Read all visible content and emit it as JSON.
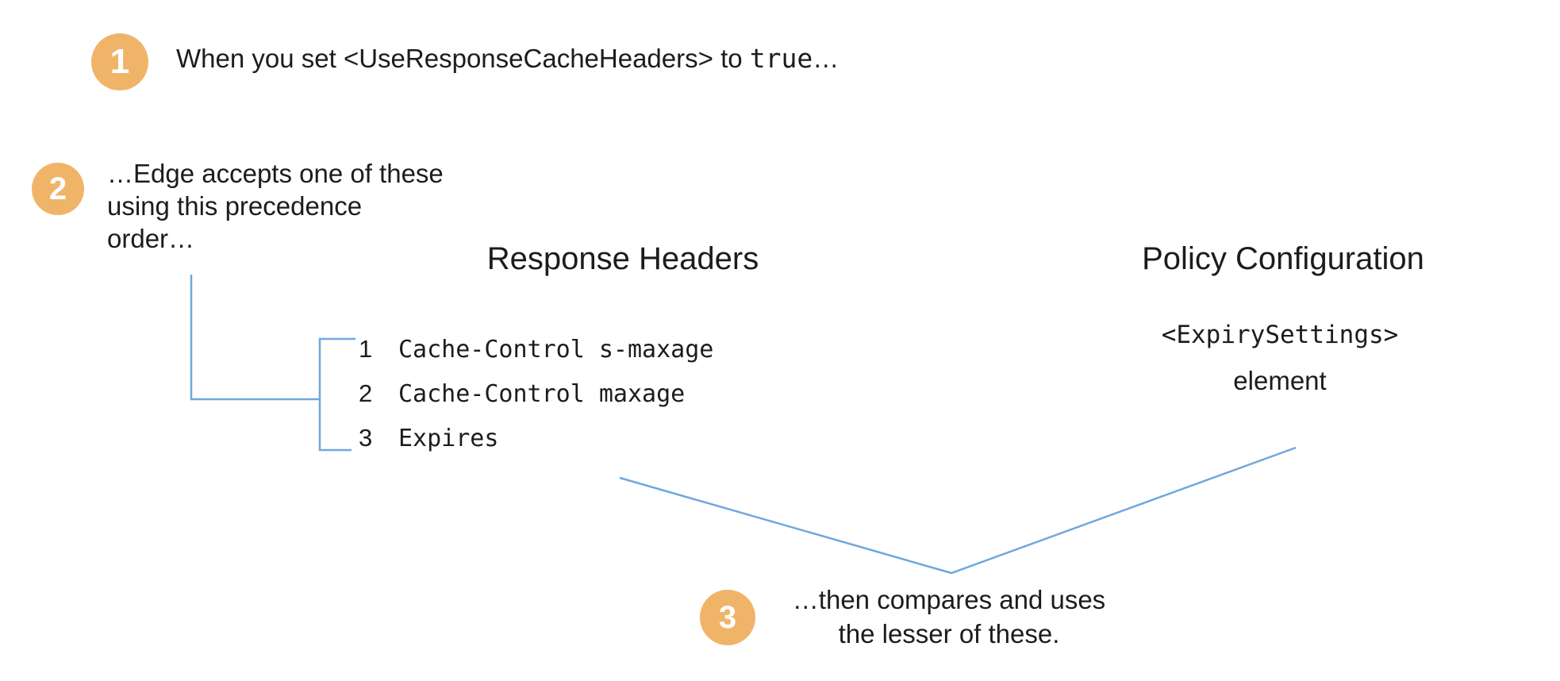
{
  "colors": {
    "accent_orange": "#F0B469",
    "connector_blue": "#6FA8DC",
    "text_ink": "#1C1C1C"
  },
  "diagram": {
    "steps": {
      "step1": {
        "badge": "1",
        "text_prefix": "When you set ",
        "element_name": "<UseResponseCacheHeaders>",
        "text_mid": " to ",
        "code_value": "true",
        "text_suffix": "…"
      },
      "step2": {
        "badge": "2",
        "lines": {
          "0": "…Edge accepts one of these",
          "1": "using this precedence",
          "2": "order…"
        }
      },
      "step3": {
        "badge": "3",
        "lines": {
          "0": "…then compares and uses",
          "1": "the lesser of these."
        }
      }
    },
    "columns": {
      "response_headers": {
        "title": "Response Headers",
        "items": {
          "0": {
            "num": "1",
            "label": "Cache-Control s-maxage"
          },
          "1": {
            "num": "2",
            "label": "Cache-Control maxage"
          },
          "2": {
            "num": "3",
            "label": "Expires"
          }
        }
      },
      "policy_configuration": {
        "title": "Policy Configuration",
        "element_code": "<ExpirySettings>",
        "element_caption": "element"
      }
    }
  }
}
